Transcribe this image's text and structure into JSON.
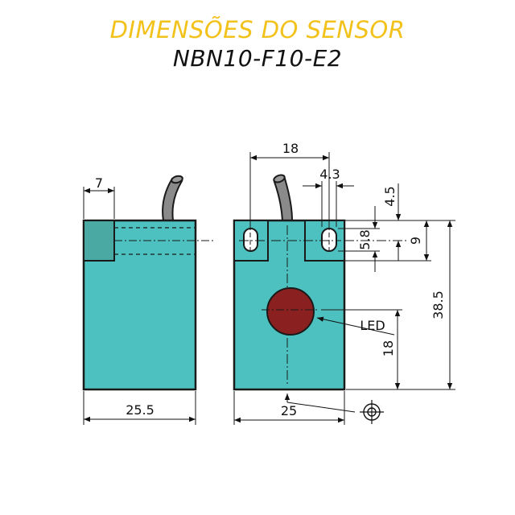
{
  "header": {
    "title": "DIMENSÕES DO SENSOR",
    "model": "NBN10-F10-E2"
  },
  "colors": {
    "body": "#4dc1c0",
    "outline": "#1a1a1a",
    "led": "#8b2020",
    "title_accent": "#f2c21b"
  },
  "dimensions": {
    "side_top_width": "7",
    "side_bottom_width": "25.5",
    "front_top_width": "18",
    "hole_width": "4.3",
    "hole_top_offset": "4.5",
    "hole_height": "5.8",
    "hole_pitch": "9",
    "total_height": "38.5",
    "led_height": "18",
    "front_bottom_width": "25"
  },
  "labels": {
    "led": "LED"
  },
  "icons": {
    "target_symbol": "position-tolerance-target-icon"
  }
}
